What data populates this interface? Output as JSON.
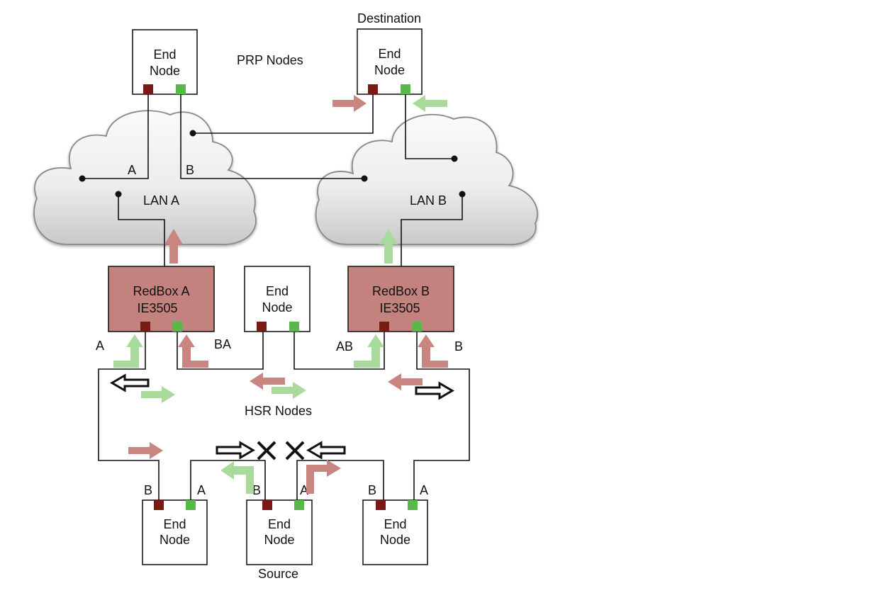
{
  "colors": {
    "port_a": "#7a1a14",
    "port_b": "#58b84a",
    "redbox_fill": "#c4827e",
    "arrow_red": "#c98680",
    "arrow_green": "#a9d99b",
    "cloud_top": "#fafafa",
    "cloud_bottom": "#c9c9c9"
  },
  "titles": {
    "destination": "Destination",
    "prp_nodes": "PRP Nodes",
    "hsr_nodes": "HSR Nodes",
    "source": "Source"
  },
  "clouds": {
    "lan_a": "LAN A",
    "lan_b": "LAN B"
  },
  "prp_end_node_left": {
    "line1": "End",
    "line2": "Node"
  },
  "prp_end_node_dest": {
    "line1": "End",
    "line2": "Node"
  },
  "redbox_a": {
    "line1": "RedBox A",
    "line2": "IE3505"
  },
  "redbox_b": {
    "line1": "RedBox B",
    "line2": "IE3505"
  },
  "hsr_end_node_top": {
    "line1": "End",
    "line2": "Node"
  },
  "hsr_end_node_left": {
    "line1": "End",
    "line2": "Node"
  },
  "hsr_end_node_source": {
    "line1": "End",
    "line2": "Node"
  },
  "hsr_end_node_right": {
    "line1": "End",
    "line2": "Node"
  },
  "port_labels": {
    "lan_a_a": "A",
    "lan_a_b": "B",
    "redbox_a_left": "A",
    "redbox_a_right": "BA",
    "redbox_b_left": "AB",
    "redbox_b_right": "B",
    "left_node_b": "B",
    "left_node_a": "A",
    "source_b": "B",
    "source_a": "A",
    "right_node_b": "B",
    "right_node_a": "A"
  },
  "icons": {
    "break": "cross-icon",
    "frame": "hollow-arrow-icon",
    "flow": "arrow-icon"
  }
}
